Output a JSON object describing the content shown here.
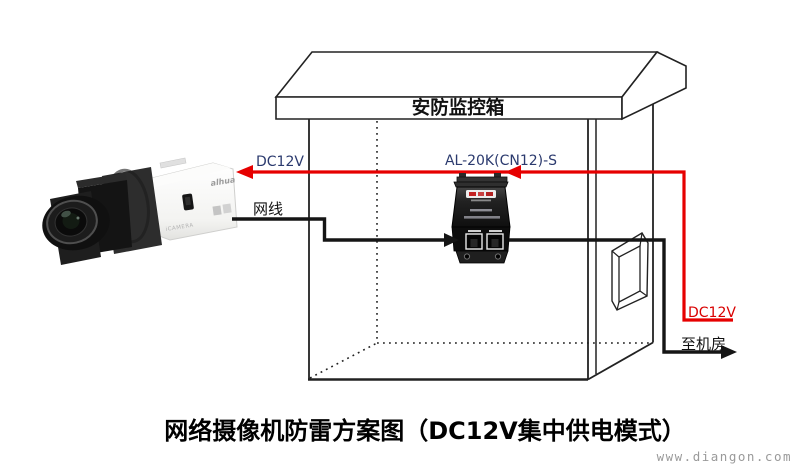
{
  "caption": "网络摄像机防雷方案图（DC12V集中供电模式）",
  "watermark": "www.diangon.com",
  "cabinet": {
    "label": "安防监控箱"
  },
  "device": {
    "label": "AL-20K(CN12)-S"
  },
  "camera": {
    "brand": "alhua",
    "body_text": "iCAMERA"
  },
  "wires": {
    "dc12v_to_camera": "DC12V",
    "network_cable": "网线",
    "dc12v_input": "DC12V",
    "to_machine_room": "至机房"
  },
  "colors": {
    "power_wire_red": "#e60000",
    "data_wire_black": "#151515",
    "label_navy": "#2b3a6e",
    "label_red": "#d90000",
    "outline_black": "#222222",
    "watermark_gray": "#9a9a9a"
  }
}
